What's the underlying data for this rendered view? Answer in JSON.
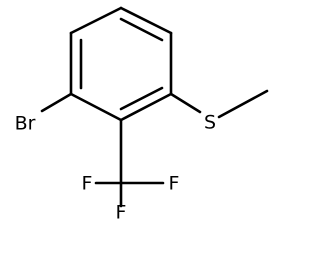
{
  "molecule": {
    "atoms": {
      "br": "Br",
      "s": "S",
      "f_left": "F",
      "f_right": "F",
      "f_bottom": "F"
    }
  }
}
